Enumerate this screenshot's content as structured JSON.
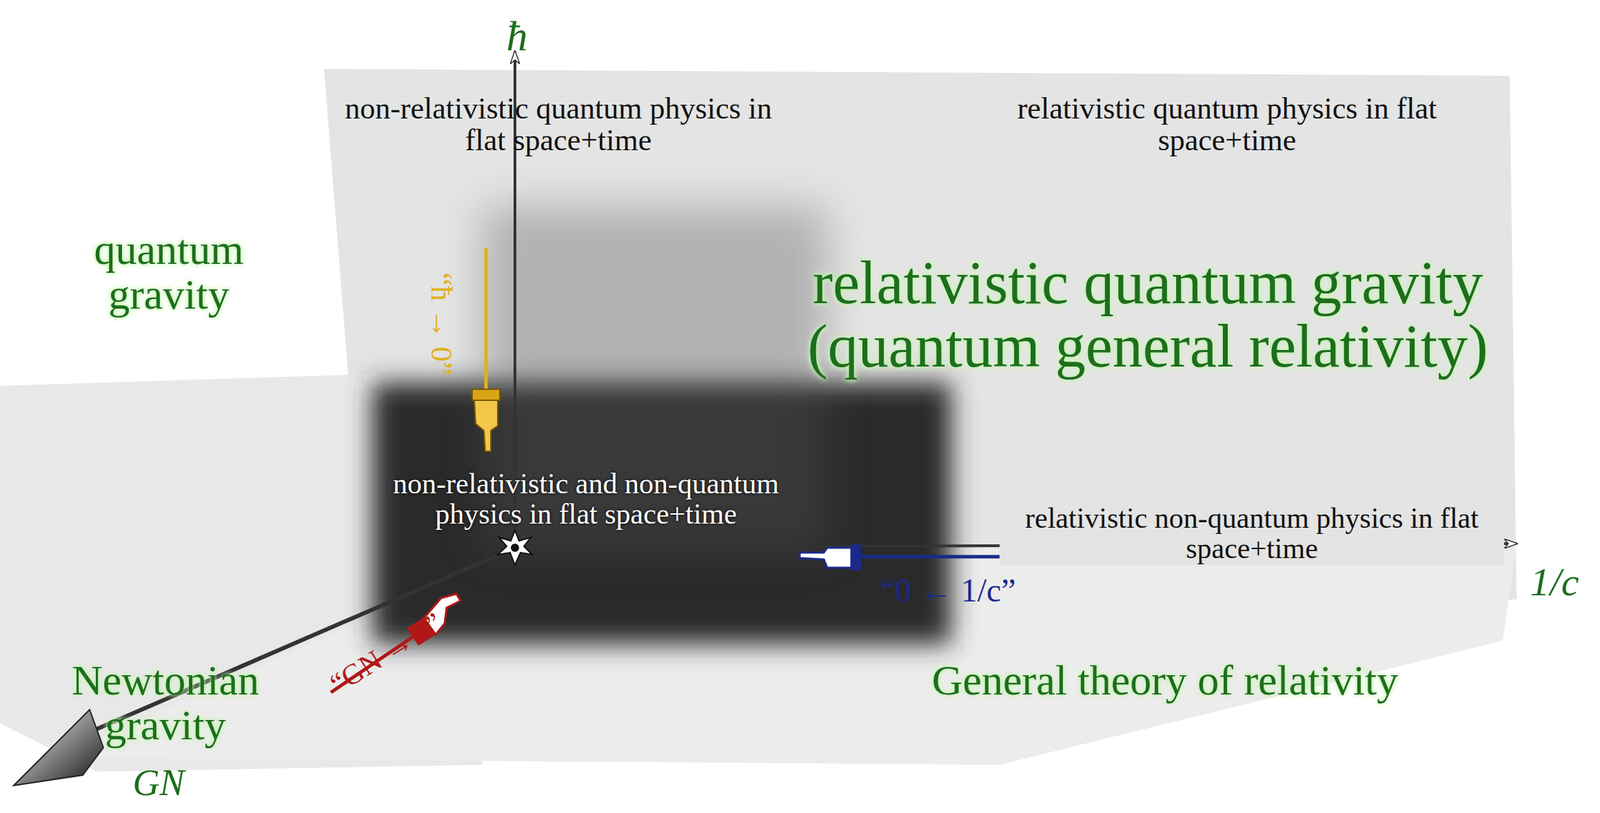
{
  "diagram": {
    "labels": [
      "ħ",
      "non-relativistic quantum physics in flat space+time",
      "relativistic quantum physics in flat space+time",
      "quantum gravity",
      "relativistic quantum gravity (quantum general relativity)",
      "“ħ → 0”",
      "non-relativistic and non-quantum physics in flat space+time",
      "relativistic non-quantum physics in flat space+time",
      "1/c",
      "“0 ← 1/c”",
      "“GN → 0”",
      "Newtonian gravity",
      "General theory of relativity",
      "GN"
    ]
  }
}
